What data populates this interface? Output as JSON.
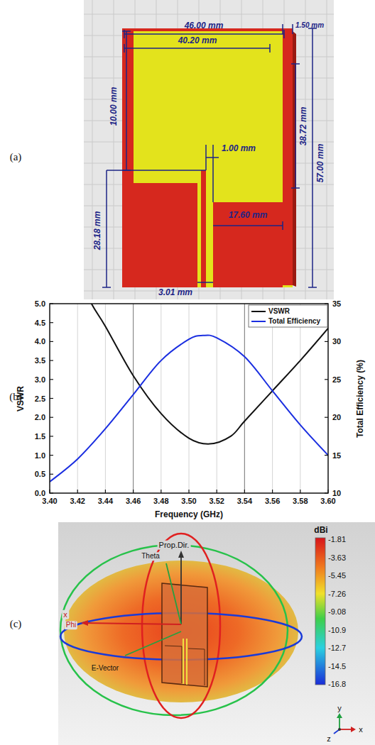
{
  "diagram": {
    "labels": [
      "(a)",
      "46.00 mm",
      "40.20 mm",
      "1.50 mm",
      "10.00 mm",
      "38.72 mm",
      "1.00 mm",
      "28.18 mm",
      "57.00 mm",
      "17.60 mm",
      "3.01 mm",
      "(b)",
      "5.0",
      "4.5",
      "4.0",
      "3.5",
      "3.0",
      "2.5",
      "2.0",
      "1.5",
      "1.0",
      "0.5",
      "0.0",
      "35",
      "30",
      "25",
      "20",
      "15",
      "10",
      "3.40",
      "3.42",
      "3.44",
      "3.46",
      "3.48",
      "3.50",
      "3.52",
      "3.54",
      "3.56",
      "3.58",
      "3.60",
      "VSWR",
      "Total Efficiency (%)",
      "Frequency (GHz)",
      "(c)",
      "Prop.Dir.",
      "Theta",
      "x",
      "Phi",
      "E-Vector",
      "dBi",
      "-1.81",
      "-3.63",
      "-5.45",
      "-7.26",
      "-9.08",
      "-10.9",
      "-12.7",
      "-14.5",
      "-16.8",
      "y",
      "z",
      "x"
    ],
    "legend": [
      {
        "text": "VSWR"
      },
      {
        "text": "Total Efficiency"
      }
    ]
  }
}
